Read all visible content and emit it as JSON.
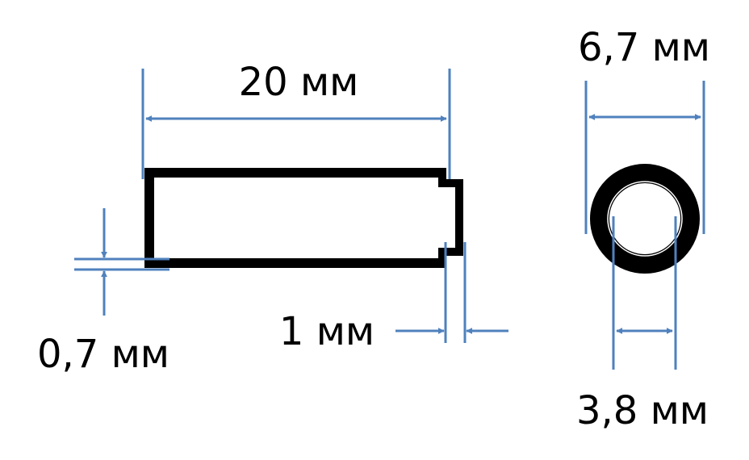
{
  "colors": {
    "dimension": "#4f81bd",
    "part": "#000000",
    "background": "#ffffff",
    "ring_highlight": "#ffffff"
  },
  "dimensions": {
    "length": "20 мм",
    "wall_thickness": "0,7 мм",
    "step_depth": "1 мм",
    "outer_diameter": "6,7 мм",
    "inner_diameter": "3,8 мм"
  }
}
